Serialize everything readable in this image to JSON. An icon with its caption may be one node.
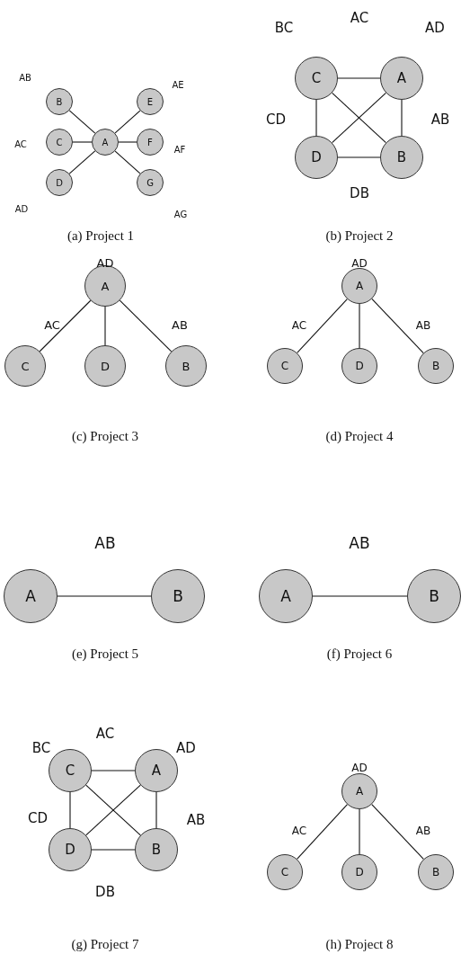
{
  "diagram": {
    "nodes": [
      {
        "text": [
          "B"
        ]
      },
      {
        "text": [
          "E"
        ]
      },
      {
        "text": [
          "C"
        ]
      },
      {
        "text": [
          "A"
        ]
      },
      {
        "text": [
          "F"
        ]
      },
      {
        "text": [
          "D"
        ]
      },
      {
        "text": [
          "G"
        ]
      },
      {
        "text": [
          "C"
        ]
      },
      {
        "text": [
          "A"
        ]
      },
      {
        "text": [
          "D"
        ]
      },
      {
        "text": [
          "B"
        ]
      },
      {
        "text": [
          "A"
        ]
      },
      {
        "text": [
          "C"
        ]
      },
      {
        "text": [
          "D"
        ]
      },
      {
        "text": [
          "B"
        ]
      },
      {
        "text": [
          "A"
        ]
      },
      {
        "text": [
          "C"
        ]
      },
      {
        "text": [
          "D"
        ]
      },
      {
        "text": [
          "B"
        ]
      },
      {
        "text": [
          "A"
        ]
      },
      {
        "text": [
          "B"
        ]
      },
      {
        "text": [
          "A"
        ]
      },
      {
        "text": [
          "B"
        ]
      },
      {
        "text": [
          "C"
        ]
      },
      {
        "text": [
          "A"
        ]
      },
      {
        "text": [
          "D"
        ]
      },
      {
        "text": [
          "B"
        ]
      },
      {
        "text": [
          "A"
        ]
      },
      {
        "text": [
          "C"
        ]
      },
      {
        "text": [
          "D"
        ]
      },
      {
        "text": [
          "B"
        ]
      }
    ],
    "edges": [
      {
        "from": 3,
        "to": 0,
        "arrow": "none"
      },
      {
        "from": 3,
        "to": 2,
        "arrow": "none"
      },
      {
        "from": 3,
        "to": 5,
        "arrow": "none"
      },
      {
        "from": 3,
        "to": 1,
        "arrow": "none"
      },
      {
        "from": 3,
        "to": 4,
        "arrow": "none"
      },
      {
        "from": 3,
        "to": 6,
        "arrow": "none"
      },
      {
        "from": 7,
        "to": 8,
        "arrow": "none"
      },
      {
        "from": 7,
        "to": 9,
        "arrow": "none"
      },
      {
        "from": 7,
        "to": 10,
        "arrow": "none"
      },
      {
        "from": 8,
        "to": 9,
        "arrow": "none"
      },
      {
        "from": 8,
        "to": 10,
        "arrow": "none"
      },
      {
        "from": 9,
        "to": 10,
        "arrow": "none"
      },
      {
        "from": 11,
        "to": 12,
        "arrow": "none"
      },
      {
        "from": 11,
        "to": 13,
        "arrow": "none"
      },
      {
        "from": 11,
        "to": 14,
        "arrow": "none"
      },
      {
        "from": 15,
        "to": 16,
        "arrow": "none"
      },
      {
        "from": 15,
        "to": 17,
        "arrow": "none"
      },
      {
        "from": 15,
        "to": 18,
        "arrow": "none"
      },
      {
        "from": 19,
        "to": 20,
        "arrow": "none"
      },
      {
        "from": 21,
        "to": 22,
        "arrow": "none"
      },
      {
        "from": 23,
        "to": 24,
        "arrow": "none"
      },
      {
        "from": 23,
        "to": 25,
        "arrow": "none"
      },
      {
        "from": 23,
        "to": 26,
        "arrow": "none"
      },
      {
        "from": 24,
        "to": 25,
        "arrow": "none"
      },
      {
        "from": 24,
        "to": 26,
        "arrow": "none"
      },
      {
        "from": 25,
        "to": 26,
        "arrow": "none"
      },
      {
        "from": 27,
        "to": 28,
        "arrow": "none"
      },
      {
        "from": 27,
        "to": 29,
        "arrow": "none"
      },
      {
        "from": 27,
        "to": 30,
        "arrow": "none"
      }
    ],
    "labels": [
      "AB",
      "AE",
      "AC",
      "AF",
      "AD",
      "AG",
      "(a) Project 1",
      "AC",
      "BC",
      "AD",
      "CD",
      "AB",
      "DB",
      "(b) Project 2",
      "AD",
      "AC",
      "AB",
      "(c) Project 3",
      "AD",
      "AC",
      "AB",
      "(d) Project 4",
      "AB",
      "(e) Project 5",
      "AB",
      "(f) Project 6",
      "AC",
      "BC",
      "AD",
      "CD",
      "AB",
      "DB",
      "(g) Project 7",
      "AD",
      "AC",
      "AB",
      "(h) Project 8"
    ]
  }
}
